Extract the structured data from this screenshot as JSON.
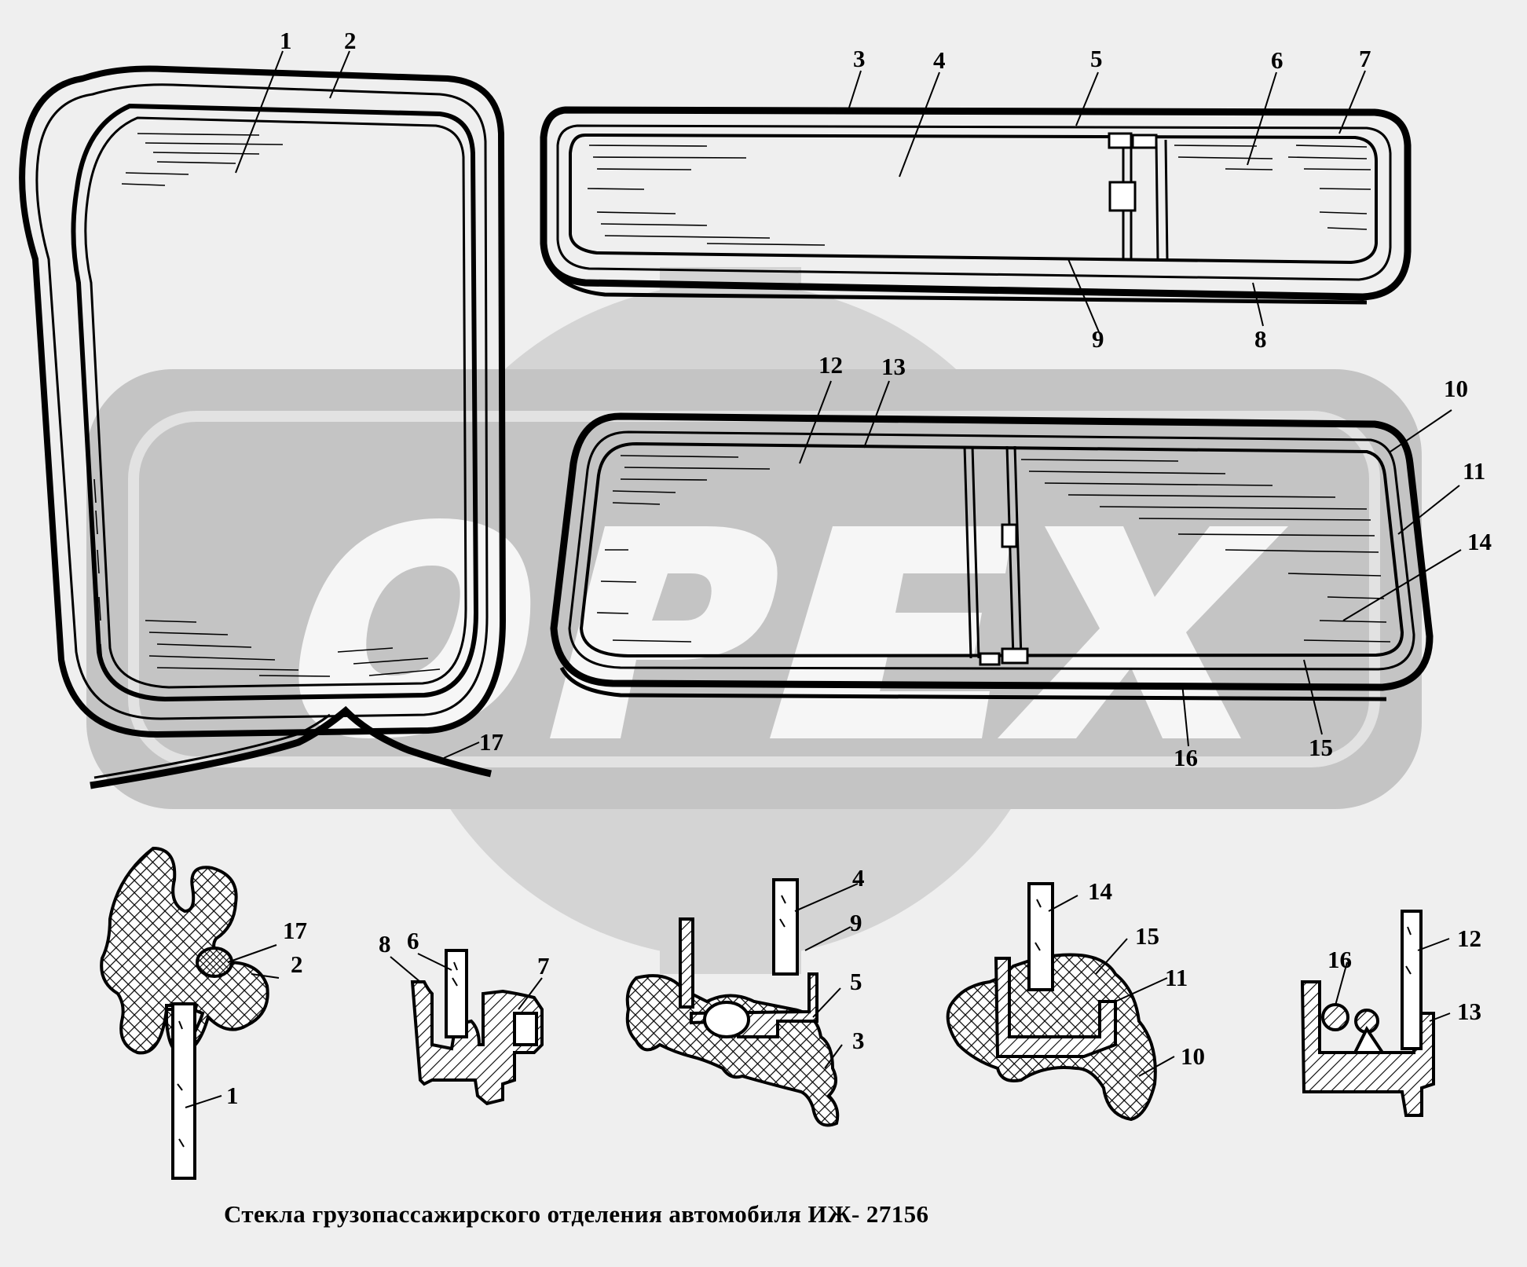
{
  "caption": "Стекла грузопассажирского отделения автомобиля ИЖ- 27156",
  "watermark": {
    "text": "OPEX",
    "color": "#c8c8c8"
  },
  "callouts": {
    "large_window": [
      "1",
      "2",
      "17"
    ],
    "top_window": [
      "3",
      "4",
      "5",
      "6",
      "7",
      "8",
      "9"
    ],
    "middle_window": [
      "10",
      "11",
      "12",
      "13",
      "14",
      "15",
      "16"
    ],
    "section_a": [
      "17",
      "2",
      "1"
    ],
    "section_b": [
      "8",
      "6",
      "7"
    ],
    "section_c": [
      "4",
      "9",
      "5",
      "3"
    ],
    "section_d": [
      "14",
      "15",
      "11",
      "10"
    ],
    "section_e": [
      "16",
      "12",
      "13"
    ]
  }
}
